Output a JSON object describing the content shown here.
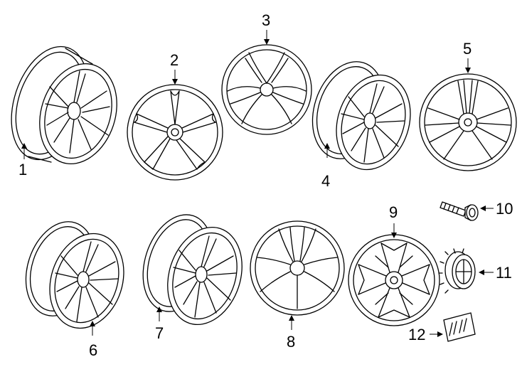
{
  "parts": [
    {
      "id": "wheel-1",
      "callout": "1",
      "icon": "alloy-wheel-angled"
    },
    {
      "id": "wheel-2",
      "callout": "2",
      "icon": "alloy-wheel-front"
    },
    {
      "id": "wheel-3",
      "callout": "3",
      "icon": "alloy-wheel-front"
    },
    {
      "id": "wheel-4",
      "callout": "4",
      "icon": "alloy-wheel-angled"
    },
    {
      "id": "wheel-5",
      "callout": "5",
      "icon": "alloy-wheel-front"
    },
    {
      "id": "wheel-6",
      "callout": "6",
      "icon": "alloy-wheel-angled"
    },
    {
      "id": "wheel-7",
      "callout": "7",
      "icon": "alloy-wheel-angled"
    },
    {
      "id": "wheel-8",
      "callout": "8",
      "icon": "alloy-wheel-front"
    },
    {
      "id": "wheel-9",
      "callout": "9",
      "icon": "alloy-wheel-front"
    },
    {
      "id": "bolt-10",
      "callout": "10",
      "icon": "wheel-bolt"
    },
    {
      "id": "cap-11",
      "callout": "11",
      "icon": "center-cap"
    },
    {
      "id": "badge-12",
      "callout": "12",
      "icon": "badge-emblem"
    }
  ]
}
